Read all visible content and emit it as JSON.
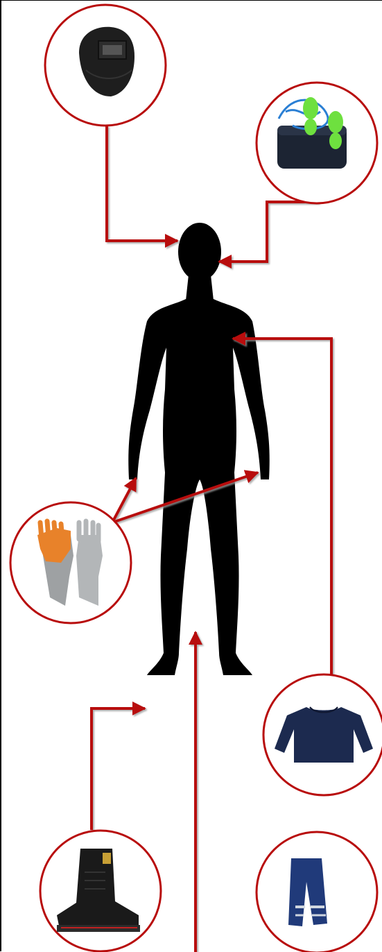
{
  "colors": {
    "accent": "#b80c0c",
    "figure": "#000000",
    "background": "#ffffff"
  },
  "diagram": {
    "subject": "human-silhouette",
    "items": [
      {
        "id": "welding-helmet",
        "icon": "welding-helmet-icon",
        "target": "head"
      },
      {
        "id": "ear-plugs",
        "icon": "ear-plugs-icon",
        "target": "ear"
      },
      {
        "id": "welding-gloves",
        "icon": "welding-gloves-icon",
        "target": "hands"
      },
      {
        "id": "long-sleeve-shirt",
        "icon": "long-sleeve-shirt-icon",
        "target": "torso"
      },
      {
        "id": "safety-boots",
        "icon": "safety-boots-icon",
        "target": "feet"
      },
      {
        "id": "work-pants",
        "icon": "work-pants-icon",
        "target": "legs"
      }
    ]
  }
}
